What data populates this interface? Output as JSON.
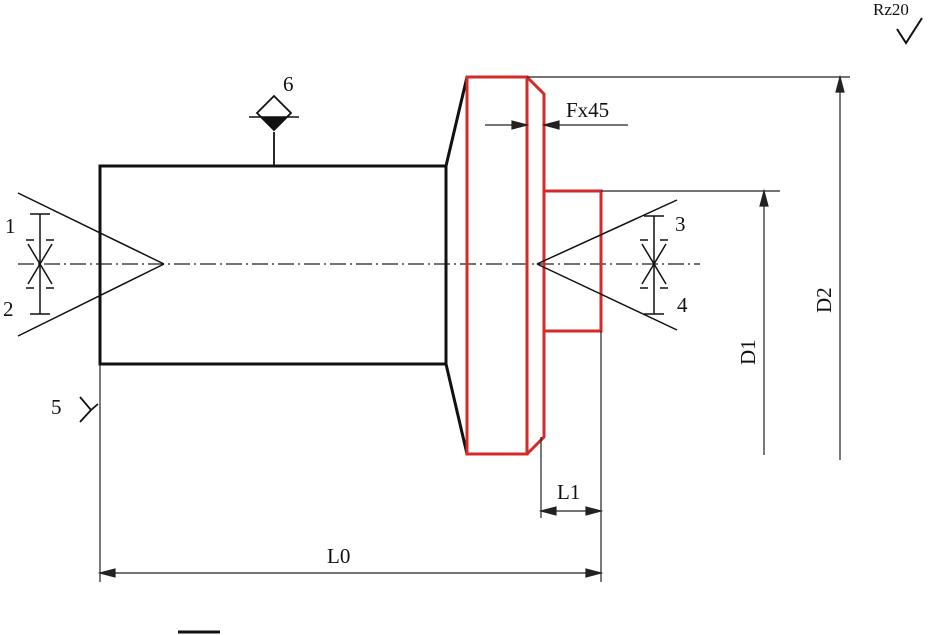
{
  "labels": {
    "p1": "1",
    "p2": "2",
    "p3": "3",
    "p4": "4",
    "p5": "5",
    "p6": "6",
    "chamfer": "Fx45",
    "l0": "L0",
    "l1": "L1",
    "d1": "D1",
    "d2": "D2",
    "roughness": "Rz20"
  },
  "colors": {
    "part": "#111111",
    "highlight": "#d42a2a",
    "dimension": "#222222"
  }
}
